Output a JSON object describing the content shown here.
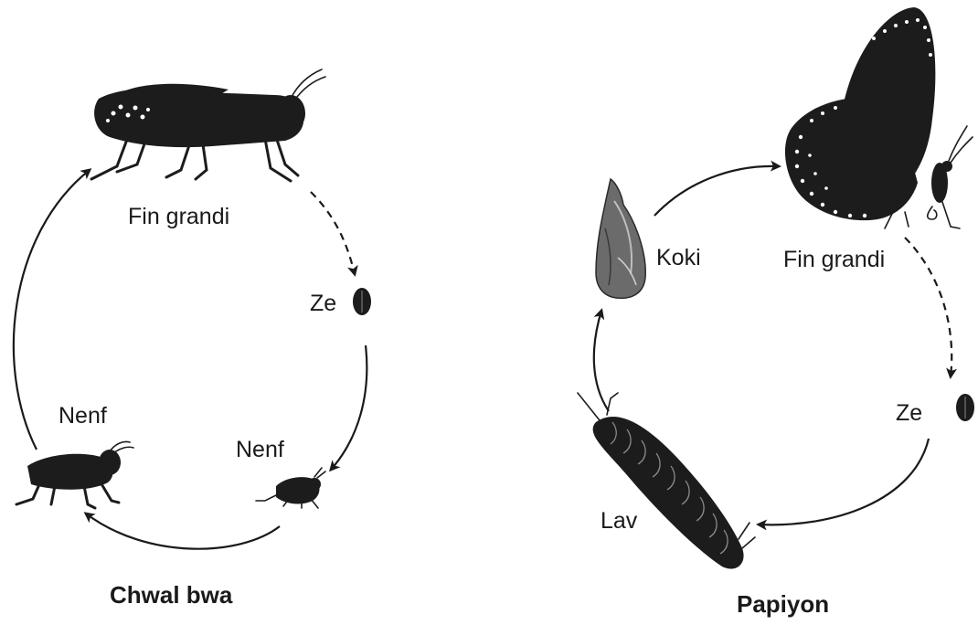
{
  "grasshopper_cycle": {
    "title": "Chwal bwa",
    "stages": {
      "adult": "Fin grandi",
      "egg": "Ze",
      "nymph_small": "Nenf",
      "nymph_large": "Nenf"
    }
  },
  "butterfly_cycle": {
    "title": "Papiyon",
    "stages": {
      "adult": "Fin grandi",
      "egg": "Ze",
      "larva": "Lav",
      "pupa": "Koki"
    }
  }
}
